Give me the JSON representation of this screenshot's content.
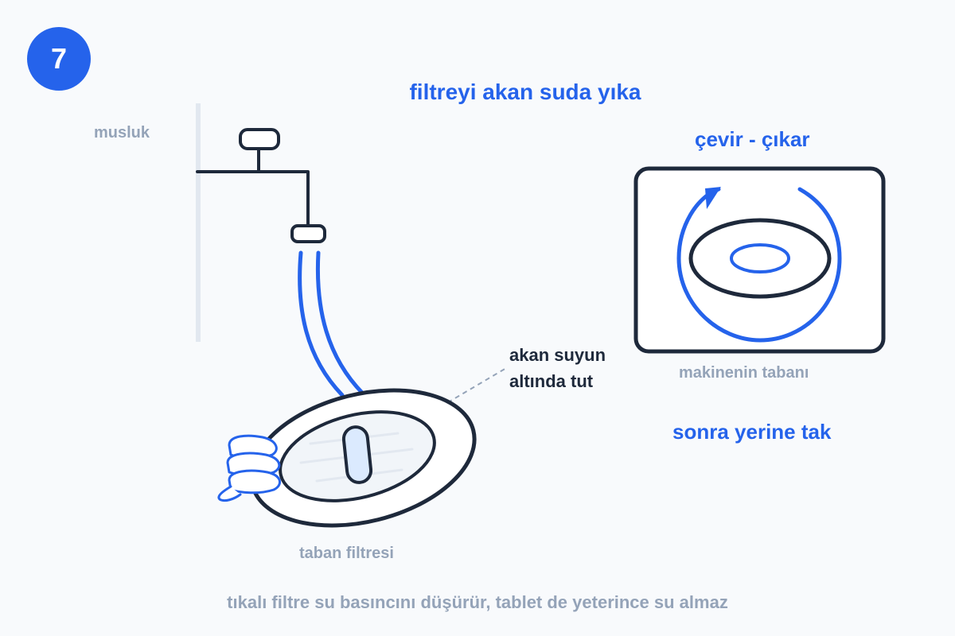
{
  "step": {
    "number": "7"
  },
  "title": "filtreyi akan suda yıka",
  "faucet": {
    "label": "musluk"
  },
  "rotate": {
    "label": "çevir - çıkar"
  },
  "hold": {
    "line1": "akan suyun",
    "line2": "altında tut"
  },
  "machine": {
    "label": "makinenin tabanı"
  },
  "reinstall": {
    "label": "sonra yerine tak"
  },
  "filter": {
    "label": "taban filtresi"
  },
  "note": "tıkalı filtre su basıncını düşürür, tablet de yeterince su almaz",
  "colors": {
    "accent": "#2563eb",
    "stroke": "#1e293b",
    "muted": "#94a3b8",
    "pale": "#e2e8f0",
    "background": "#f8fafc"
  },
  "icons": {
    "faucet": "faucet-icon",
    "water": "water-stream-icon",
    "filter": "filter-icon",
    "hand": "hand-icon",
    "rotate": "rotate-arrow-icon"
  }
}
